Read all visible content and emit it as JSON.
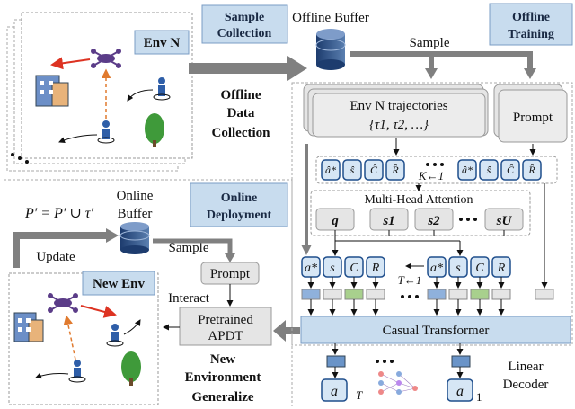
{
  "labels": {
    "sample_collection": [
      "Sample",
      "Collection"
    ],
    "offline_training": [
      "Offline",
      "Training"
    ],
    "offline_buffer": "Offline Buffer",
    "sample_top": "Sample",
    "env_n": "Env N",
    "offline_data_collection": [
      "Offline",
      "Data",
      "Collection"
    ],
    "env_n_trajectories": "Env N trajectories",
    "trajectory_set": "{τ1, τ2, …}",
    "prompt": "Prompt",
    "k_update": "K←1",
    "multi_head_attention": "Multi-Head Attention",
    "attention_q": "q",
    "attention_s1": "s1",
    "attention_s2": "s2",
    "attention_su": "sU",
    "t_update": "T←1",
    "p_update": "P′ = P′ ∪ τ′",
    "online_buffer": [
      "Online",
      "Buffer"
    ],
    "online_deployment": [
      "Online",
      "Deployment"
    ],
    "update": "Update",
    "sample_bottom": "Sample",
    "prompt_bottom": "Prompt",
    "new_env": "New Env",
    "interact": "Interact",
    "pretrained_apdt": [
      "Pretrained",
      "APDT"
    ],
    "new_env_generalize": [
      "New",
      "Environment",
      "Generalize"
    ],
    "casual_transformer": "Casual Transformer",
    "linear_decoder": [
      "Linear",
      "Decoder"
    ],
    "a_t": "aT",
    "a_1": "a1"
  },
  "token_rows": {
    "hat_tokens": [
      "â*",
      "ŝ",
      "Ĉ",
      "R̂"
    ],
    "tokens": [
      "a*",
      "s",
      "C",
      "R"
    ]
  },
  "colors": {
    "tag_fill": "#c8dcee",
    "accent_blue": "#1f4e8c",
    "box_gray": "#e5e5e5",
    "token_fill": "#d6e6f5",
    "green_token": "#a8d08d",
    "arrow_gray": "#808080"
  }
}
